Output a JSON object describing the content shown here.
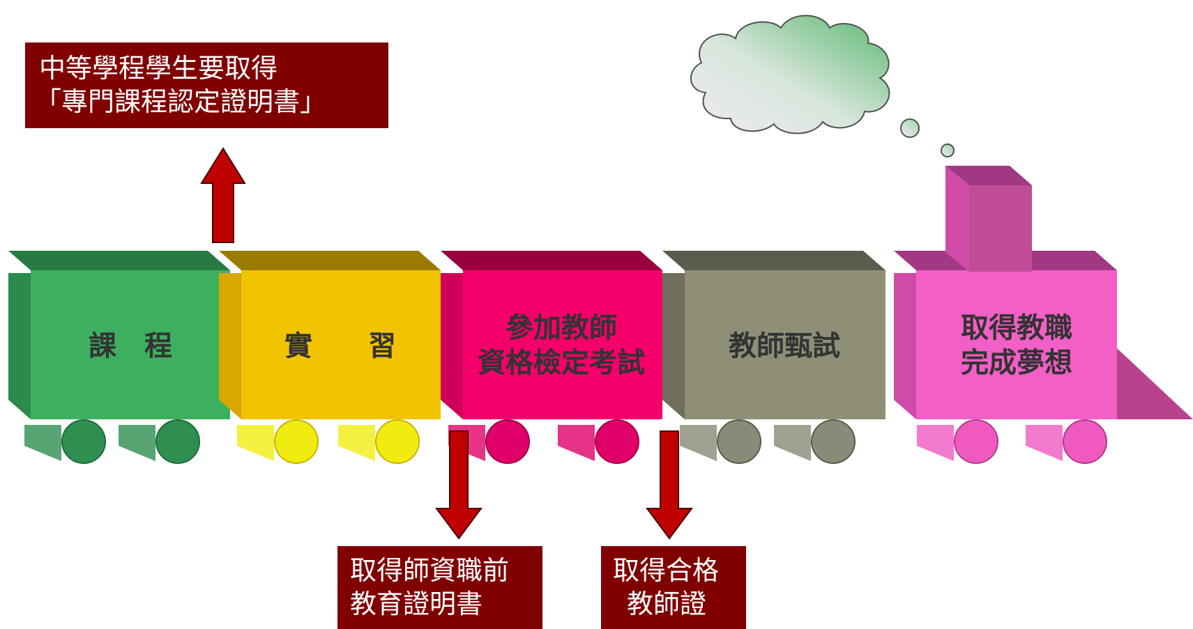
{
  "callouts": {
    "top": {
      "line1": "中等學程學生要取得",
      "line2": "「專門課程認定證明書」"
    },
    "bottom_left": {
      "line1": "取得師資職前",
      "line2": "教育證明書"
    },
    "bottom_right": {
      "line1": "取得合格",
      "line2": "教師證"
    }
  },
  "cars": [
    {
      "id": "course",
      "lines": [
        "課　程"
      ],
      "front": "#3db060",
      "top": "#287a44",
      "side": "#2c8a4c",
      "wheel": "#2e8f50",
      "wheel_dark": "#1f6a3a"
    },
    {
      "id": "internship",
      "lines": [
        "實　　習"
      ],
      "front": "#f2c400",
      "top": "#9a7b00",
      "side": "#d8a800",
      "wheel": "#f0ec10",
      "wheel_dark": "#c8b400"
    },
    {
      "id": "qualification",
      "lines": [
        "參加教師",
        "資格檢定考試"
      ],
      "front": "#f5006a",
      "top": "#9a0040",
      "side": "#d0005a",
      "wheel": "#e0006a",
      "wheel_dark": "#a0004a"
    },
    {
      "id": "screening",
      "lines": [
        "教師甄試"
      ],
      "front": "#8f8f78",
      "top": "#5c5c4c",
      "side": "#6f6f5c",
      "wheel": "#8a8a78",
      "wheel_dark": "#5a5a4c"
    },
    {
      "id": "career",
      "lines": [
        "取得教職",
        "完成夢想"
      ],
      "front": "#f25fc6",
      "top": "#a03884",
      "side": "#d04aa8",
      "wheel": "#f05ac0",
      "wheel_dark": "#b03a8c"
    }
  ],
  "colors": {
    "callout_bg": "#800000",
    "arrow_fill": "#c00000",
    "arrow_stroke": "#4a0000",
    "cloud_light": "#ece8f0",
    "cloud_green": "#6cc07c"
  }
}
